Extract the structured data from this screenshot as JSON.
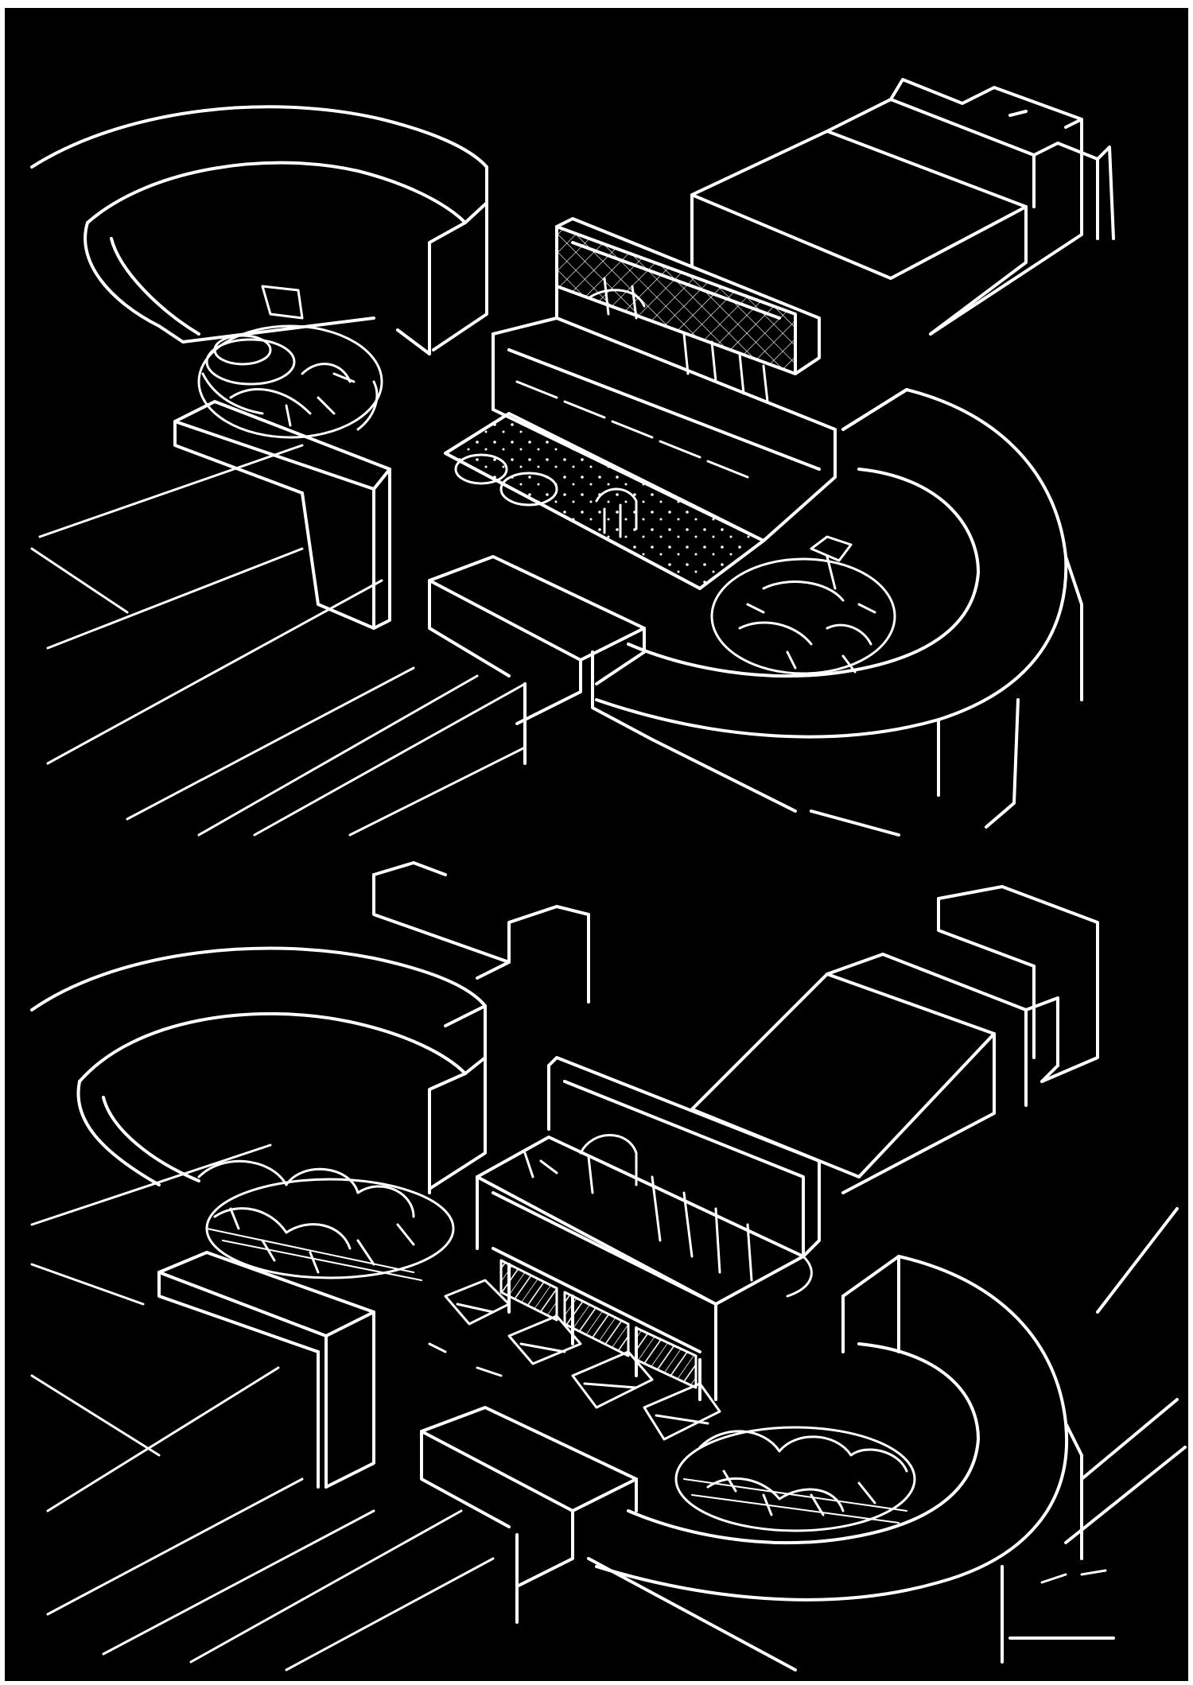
{
  "drawing": {
    "subject": "axonometric-ink-sketch",
    "views": [
      {
        "id": "upper-view"
      },
      {
        "id": "lower-view"
      }
    ]
  },
  "colors": {
    "background": "#000000",
    "ink": "#ffffff",
    "paper_edge": "#ffffff"
  },
  "icons": [
    "hatch-pattern",
    "oval-planter",
    "bleacher-steps"
  ]
}
